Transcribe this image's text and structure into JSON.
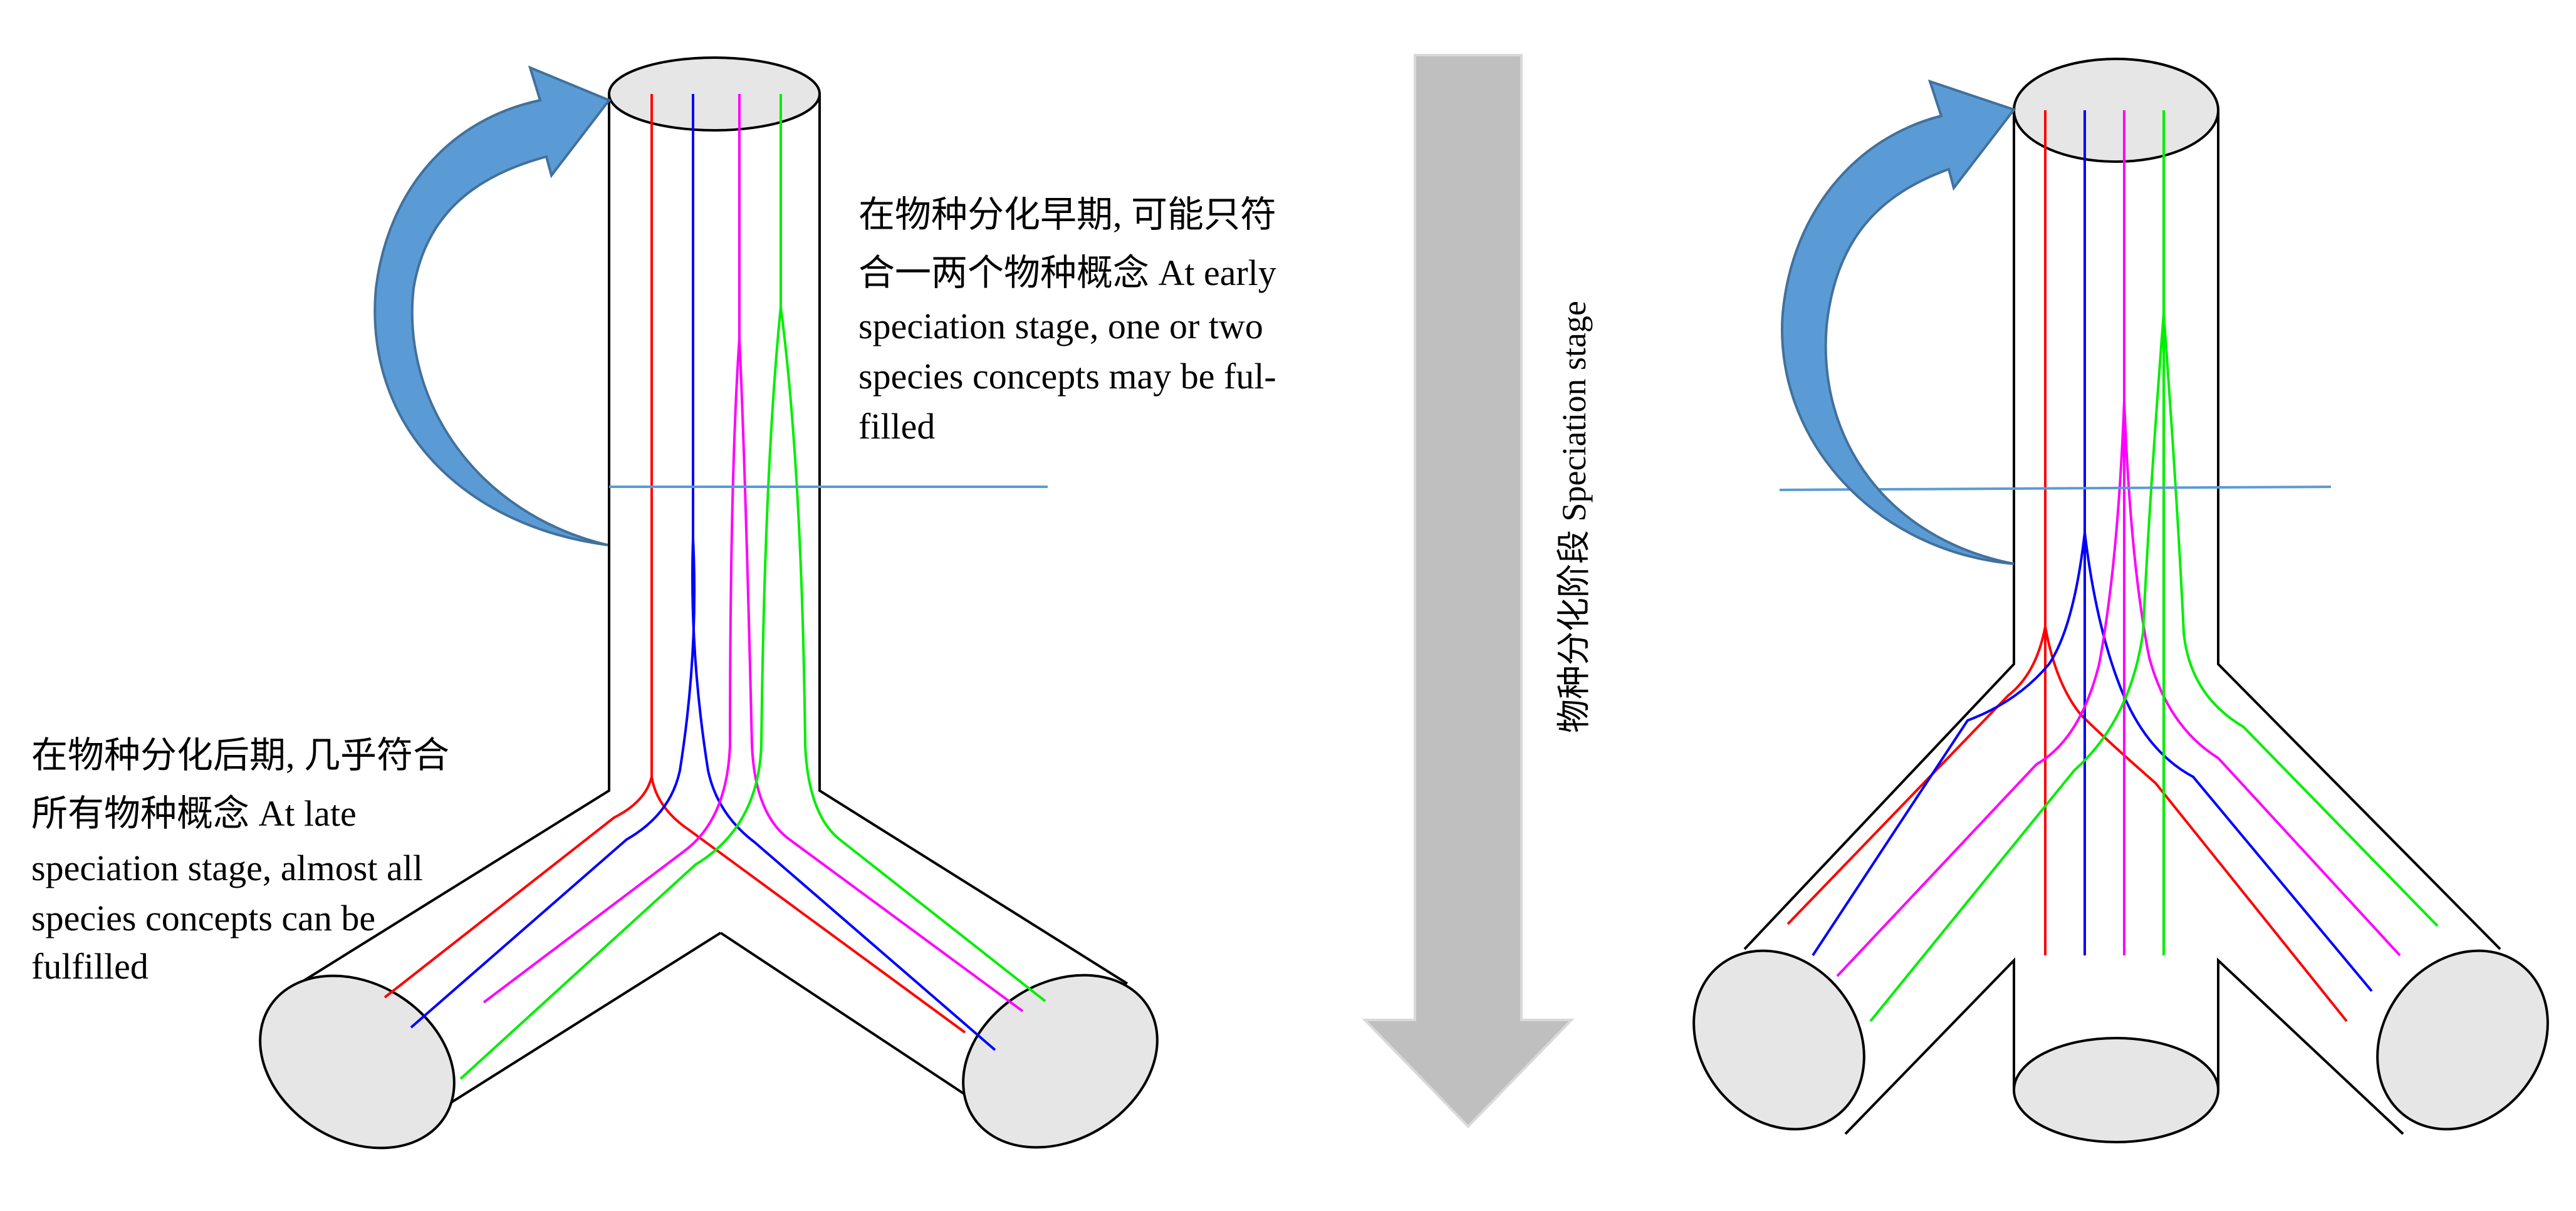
{
  "annotations": {
    "early_stage": {
      "lines": [
        "在物种分化早期, 可能只符",
        "合一两个物种概念  At early",
        "speciation stage, one or two",
        "species concepts may be ful-",
        "filled"
      ]
    },
    "late_stage": {
      "lines": [
        "在物种分化后期, 几乎符合",
        "所有物种概念 At late",
        "speciation stage, almost all",
        "species concepts can be",
        "fulfilled"
      ]
    },
    "speciation_axis": {
      "label": "物种分化阶段 Speciation stage"
    }
  },
  "colors": {
    "tube_outline": "#000000",
    "tube_cap_fill": "#e6e6e6",
    "arrow_blue": "#5b9bd5",
    "arrow_blue_edge": "#41719c",
    "axis_arrow_gray": "#bfbfbf",
    "threshold_line": "#5b9bd5",
    "lineage_colors": [
      "#ff0000",
      "#0000ff",
      "#ff00ff",
      "#00ee00"
    ]
  },
  "icons": {
    "left_cycle_arrow": "curved-arrow-icon",
    "right_cycle_arrow": "curved-arrow-icon",
    "down_arrow": "down-arrow-icon"
  }
}
